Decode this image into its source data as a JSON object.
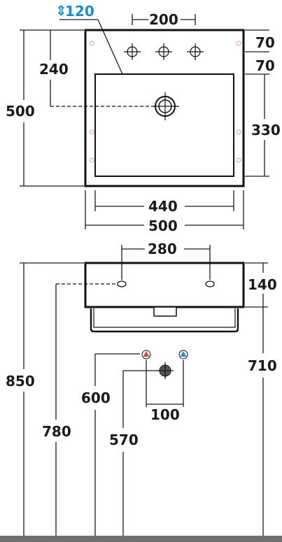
{
  "top_view": {
    "height_120": "120",
    "tap_spacing_200": "200",
    "rim_70_top": "70",
    "rim_70_bottom": "70",
    "drain_240": "240",
    "overall_500": "500",
    "bowl_330": "330",
    "bowl_width_440": "440",
    "overall_width_500": "500"
  },
  "front_view": {
    "fixing_280": "280",
    "basin_height_140": "140",
    "wall_710": "710",
    "floor_850": "850",
    "waste_600": "600",
    "fixing_780": "780",
    "supply_570": "570",
    "supply_spacing_100": "100"
  },
  "colors": {
    "hot": "#e0463b",
    "cold": "#1e8fc6",
    "accent": "#1a8fc7",
    "floor": "#6e6e6e"
  }
}
